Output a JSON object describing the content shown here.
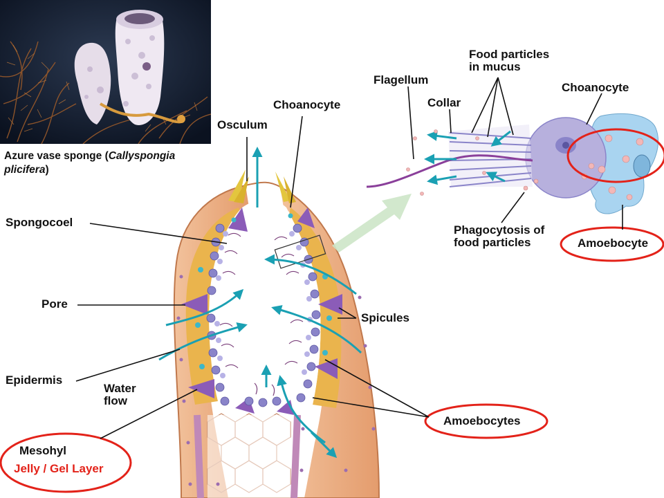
{
  "photo": {
    "caption_common": "Azure vase sponge",
    "caption_scientific_line1": "Callyspongia",
    "caption_scientific_line2": "plicifera"
  },
  "labels": {
    "osculum": "Osculum",
    "choanocyte_body": "Choanocyte",
    "spongocoel": "Spongocoel",
    "pore": "Pore",
    "epidermis": "Epidermis",
    "water_flow_line1": "Water",
    "water_flow_line2": "flow",
    "mesohyl": "Mesohyl",
    "jelly_gel_layer": "Jelly / Gel Layer",
    "spicules": "Spicules",
    "amoebocytes": "Amoebocytes",
    "flagellum": "Flagellum",
    "collar": "Collar",
    "food_particles_line1": "Food particles",
    "food_particles_line2": "in mucus",
    "choanocyte_detail": "Choanocyte",
    "phagocytosis_line1": "Phagocytosis of",
    "phagocytosis_line2": "food particles",
    "amoebocyte": "Amoebocyte"
  },
  "colors": {
    "highlight_ring": "#e32219",
    "water_arrow": "#1aa0b3",
    "outer_wall": "#e9a97a",
    "mesohyl": "#e9b44c",
    "choanocyte": "#8a84c9",
    "amoebocyte": "#a9d4f0"
  }
}
